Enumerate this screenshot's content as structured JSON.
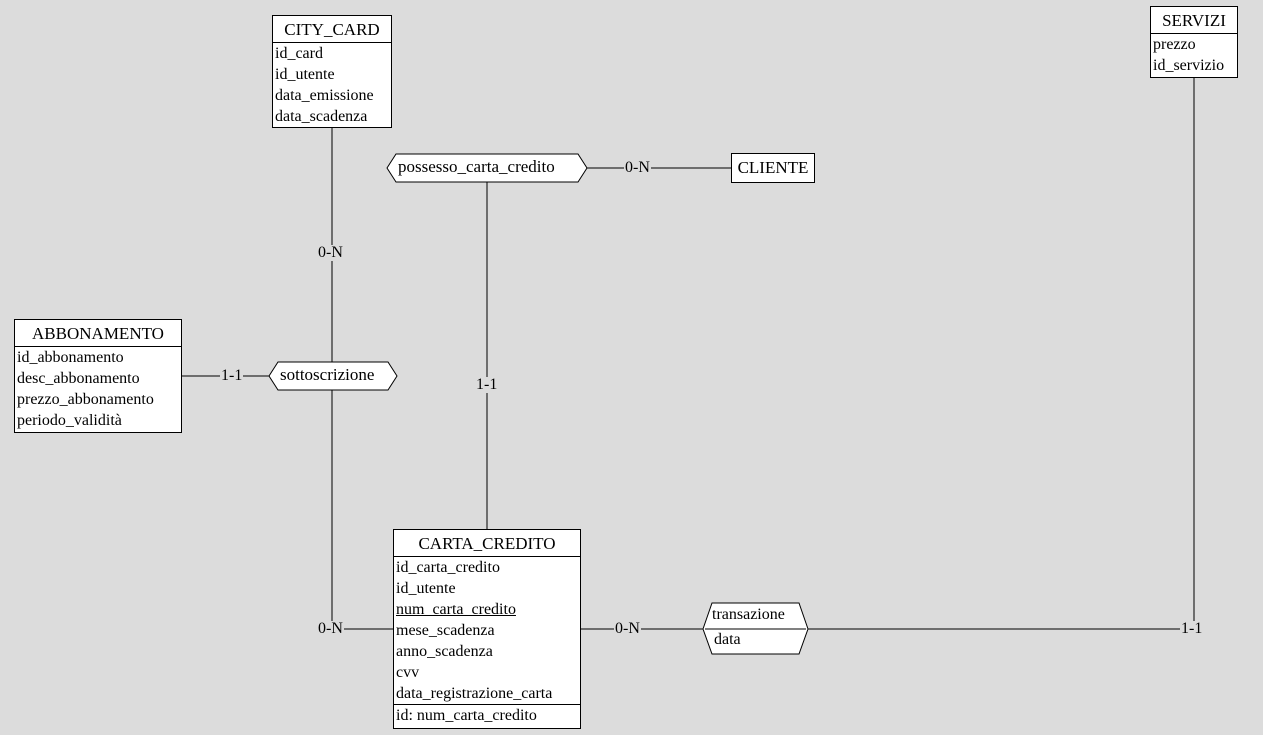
{
  "entities": {
    "city_card": {
      "name": "CITY_CARD",
      "attrs": [
        "id_card",
        "id_utente",
        "data_emissione",
        "data_scadenza"
      ]
    },
    "servizi": {
      "name": "SERVIZI",
      "attrs": [
        "prezzo",
        "id_servizio"
      ]
    },
    "cliente": {
      "name": "CLIENTE"
    },
    "abbonamento": {
      "name": "ABBONAMENTO",
      "attrs": [
        "id_abbonamento",
        "desc_abbonamento",
        "prezzo_abbonamento",
        "periodo_validità"
      ]
    },
    "carta_credito": {
      "name": "CARTA_CREDITO",
      "attrs": [
        "id_carta_credito",
        "id_utente",
        "num_carta_credito",
        "mese_scadenza",
        "anno_scadenza",
        "cvv",
        "data_registrazione_carta"
      ],
      "identifier": "id: num_carta_credito"
    }
  },
  "relationships": {
    "possesso_carta_credito": {
      "name": "possesso_carta_credito"
    },
    "sottoscrizione": {
      "name": "sottoscrizione"
    },
    "transazione": {
      "name": "transazione",
      "attr": "data"
    }
  },
  "cardinalities": {
    "cliente_possesso": "0-N",
    "city_card_sottoscrizione": "0-N",
    "abbonamento_sottoscrizione": "1-1",
    "carta_possesso": "1-1",
    "carta_sottoscrizione": "0-N",
    "carta_transazione": "0-N",
    "servizi_transazione": "1-1"
  }
}
